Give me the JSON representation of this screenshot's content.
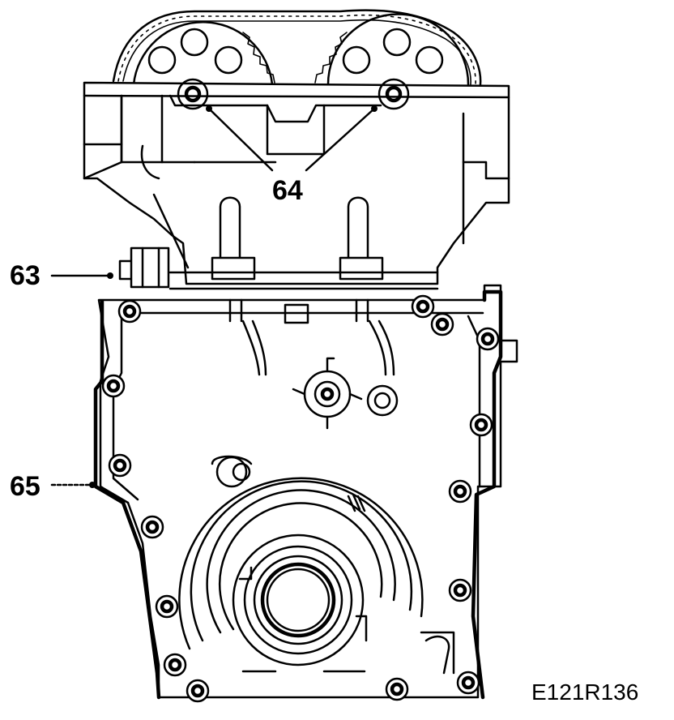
{
  "figure": {
    "figure_id": "E121R136",
    "callouts": [
      {
        "id": "callout-63",
        "label": "63"
      },
      {
        "id": "callout-64",
        "label": "64"
      },
      {
        "id": "callout-65",
        "label": "65"
      }
    ]
  }
}
